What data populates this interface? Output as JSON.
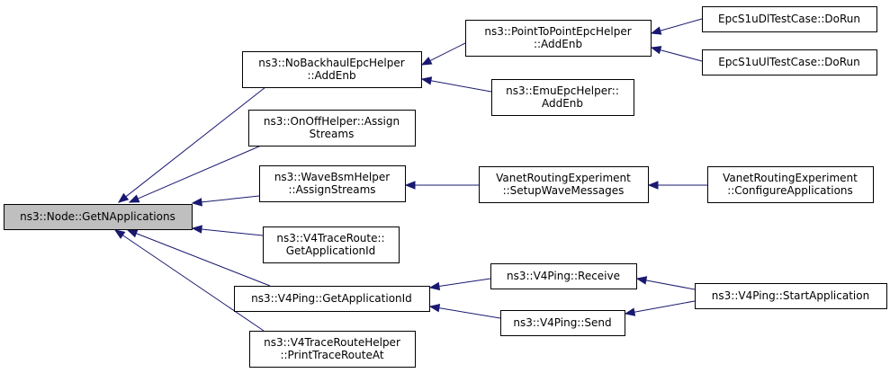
{
  "nodes": {
    "getnapps": [
      "ns3::Node::GetNApplications"
    ],
    "nobackhaul": [
      "ns3::NoBackhaulEpcHelper",
      "::AddEnb"
    ],
    "onoff": [
      "ns3::OnOffHelper::Assign",
      "Streams"
    ],
    "wavebsm": [
      "ns3::WaveBsmHelper",
      "::AssignStreams"
    ],
    "v4traceroute": [
      "ns3::V4TraceRoute::",
      "GetApplicationId"
    ],
    "v4pingget": [
      "ns3::V4Ping::GetApplicationId"
    ],
    "v4traceroutehelper": [
      "ns3::V4TraceRouteHelper",
      "::PrintTraceRouteAt"
    ],
    "p2pepc": [
      "ns3::PointToPointEpcHelper",
      "::AddEnb"
    ],
    "emuepc": [
      "ns3::EmuEpcHelper::",
      "AddEnb"
    ],
    "vanetsetup": [
      "VanetRoutingExperiment",
      "::SetupWaveMessages"
    ],
    "v4pingreceive": [
      "ns3::V4Ping::Receive"
    ],
    "v4pingsend": [
      "ns3::V4Ping::Send"
    ],
    "epcdl": [
      "EpcS1uDlTestCase::DoRun"
    ],
    "epcul": [
      "EpcS1uUlTestCase::DoRun"
    ],
    "vanetconfig": [
      "VanetRoutingExperiment",
      "::ConfigureApplications"
    ],
    "v4pingstart": [
      "ns3::V4Ping::StartApplication"
    ]
  },
  "edges": [
    [
      "nobackhaul",
      "getnapps"
    ],
    [
      "onoff",
      "getnapps"
    ],
    [
      "wavebsm",
      "getnapps"
    ],
    [
      "v4traceroute",
      "getnapps"
    ],
    [
      "v4pingget",
      "getnapps"
    ],
    [
      "v4traceroutehelper",
      "getnapps"
    ],
    [
      "p2pepc",
      "nobackhaul"
    ],
    [
      "emuepc",
      "nobackhaul"
    ],
    [
      "epcdl",
      "p2pepc"
    ],
    [
      "epcul",
      "p2pepc"
    ],
    [
      "vanetsetup",
      "wavebsm"
    ],
    [
      "vanetconfig",
      "vanetsetup"
    ],
    [
      "v4pingreceive",
      "v4pingget"
    ],
    [
      "v4pingsend",
      "v4pingget"
    ],
    [
      "v4pingstart",
      "v4pingreceive"
    ],
    [
      "v4pingstart",
      "v4pingsend"
    ]
  ],
  "colors": {
    "edge": "#191970",
    "root_fill": "#bfbfbf",
    "node_fill": "#ffffff",
    "border": "#000000"
  }
}
